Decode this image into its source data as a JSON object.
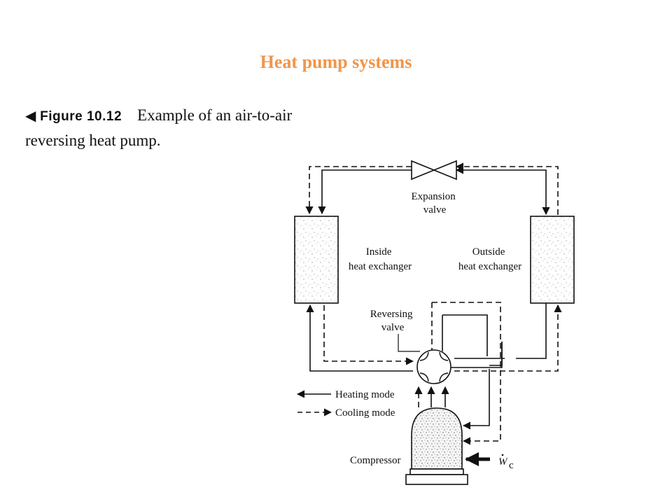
{
  "slide": {
    "title": "Heat pump systems",
    "title_color": "#f0954a"
  },
  "caption": {
    "figure_label": "Figure 10.12",
    "text_line1": "Example of an air-to-air",
    "text_line2": "reversing heat pump."
  },
  "diagram": {
    "expansion_valve": [
      "Expansion",
      "valve"
    ],
    "inside_hx": [
      "Inside",
      "heat exchanger"
    ],
    "outside_hx": [
      "Outside",
      "heat exchanger"
    ],
    "reversing_valve": [
      "Reversing",
      "valve"
    ],
    "legend_heating": "Heating mode",
    "legend_cooling": "Cooling mode",
    "compressor": "Compressor",
    "work_symbol": "W",
    "work_subscript": "c"
  }
}
